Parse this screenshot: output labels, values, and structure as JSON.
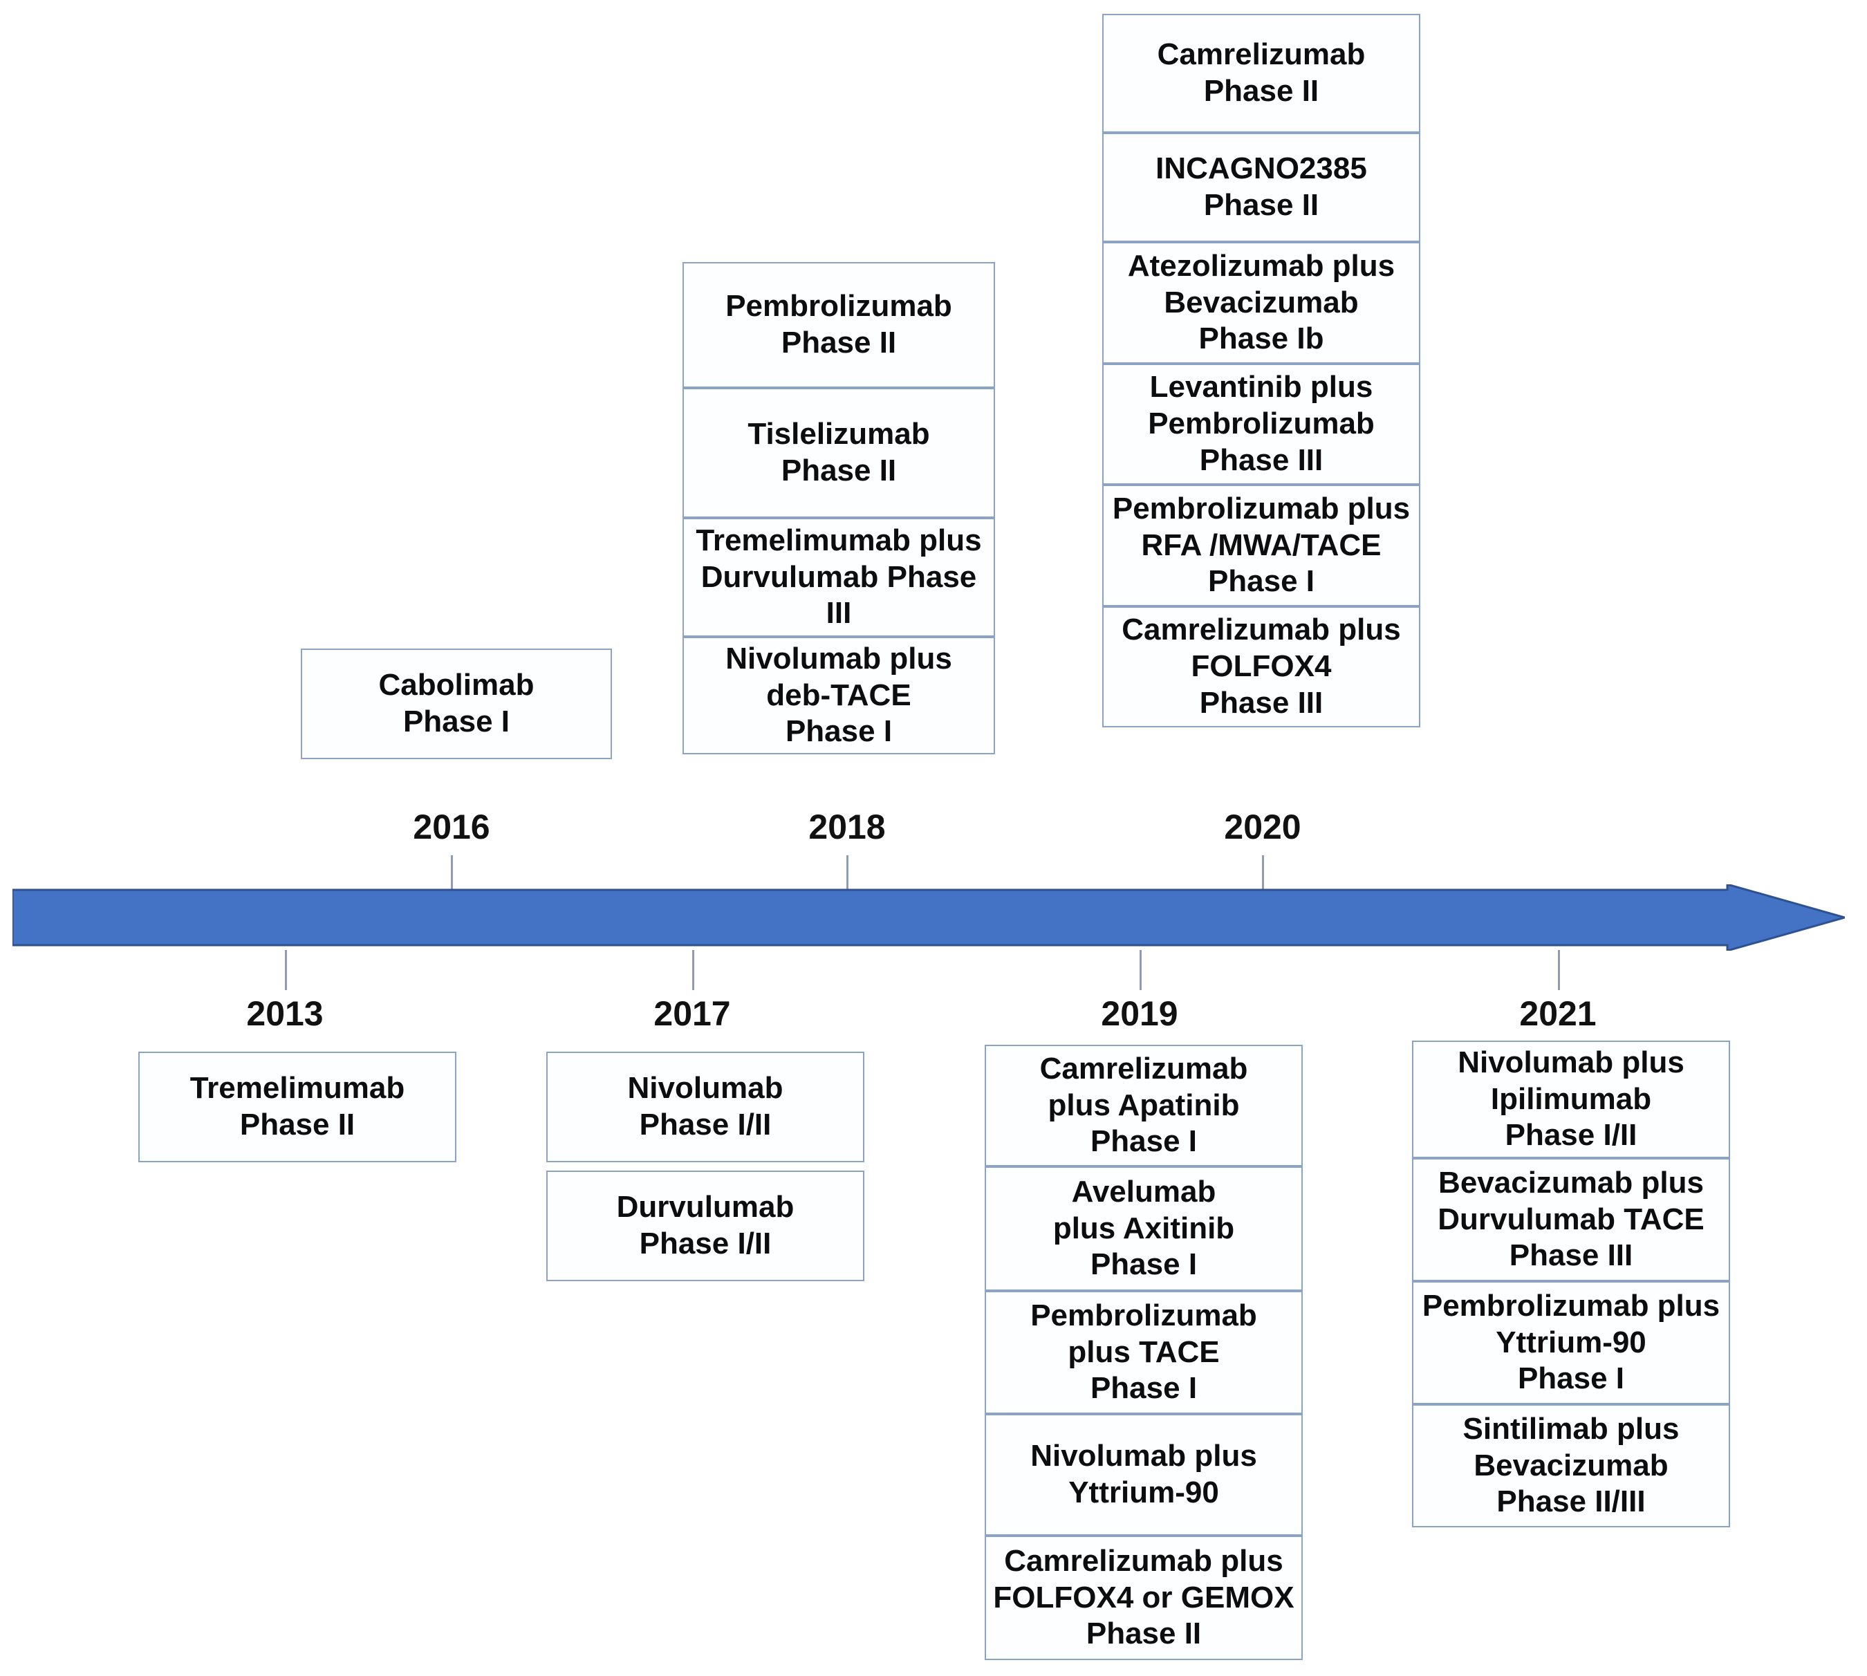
{
  "figure": {
    "type": "timeline",
    "title": "",
    "axis_color": "#4472C4",
    "box_border_color": "#8BA3C4",
    "text_color": "#0D0D0D",
    "arrow_direction": "right"
  },
  "timeline": {
    "years_above": [
      "2016",
      "2018",
      "2020"
    ],
    "years_below": [
      "2013",
      "2017",
      "2019",
      "2021"
    ],
    "year_markers": [
      {
        "year": "2013",
        "side": "below"
      },
      {
        "year": "2016",
        "side": "above"
      },
      {
        "year": "2017",
        "side": "below"
      },
      {
        "year": "2018",
        "side": "above"
      },
      {
        "year": "2019",
        "side": "below"
      },
      {
        "year": "2020",
        "side": "above"
      },
      {
        "year": "2021",
        "side": "below"
      }
    ]
  },
  "columns": {
    "y2013": {
      "year": "2013",
      "side": "below",
      "trials": [
        {
          "drug": "Tremelimumab",
          "phase": "Phase II",
          "text": "Tremelimumab\nPhase II"
        }
      ]
    },
    "y2016": {
      "year": "2016",
      "side": "above",
      "trials": [
        {
          "drug": "Cabolimab",
          "phase": "Phase I",
          "text": "Cabolimab\nPhase I"
        }
      ]
    },
    "y2017": {
      "year": "2017",
      "side": "below",
      "trials": [
        {
          "drug": "Nivolumab",
          "phase": "Phase I/II",
          "text": "Nivolumab\nPhase I/II"
        },
        {
          "drug": "Durvulumab",
          "phase": "Phase I/II",
          "text": "Durvulumab\nPhase I/II"
        }
      ]
    },
    "y2018": {
      "year": "2018",
      "side": "above",
      "trials": [
        {
          "drug": "Pembrolizumab",
          "phase": "Phase II",
          "text": "Pembrolizumab\nPhase II"
        },
        {
          "drug": "Tislelizumab",
          "phase": "Phase II",
          "text": "Tislelizumab\nPhase II"
        },
        {
          "drug": "Tremelimumab plus Durvulumab",
          "phase": "Phase III",
          "text": "Tremelimumab plus\nDurvulumab Phase\nIII"
        },
        {
          "drug": "Nivolumab plus deb-TACE",
          "phase": "Phase I",
          "text": "Nivolumab plus\ndeb-TACE\nPhase I"
        }
      ]
    },
    "y2019": {
      "year": "2019",
      "side": "below",
      "trials": [
        {
          "drug": "Camrelizumab plus Apatinib",
          "phase": "Phase I",
          "text": "Camrelizumab\nplus Apatinib\nPhase I"
        },
        {
          "drug": "Avelumab plus Axitinib",
          "phase": "Phase I",
          "text": "Avelumab\nplus Axitinib\nPhase I"
        },
        {
          "drug": "Pembrolizumab plus TACE",
          "phase": "Phase I",
          "text": "Pembrolizumab\nplus TACE\nPhase I"
        },
        {
          "drug": "Nivolumab plus Yttrium-90",
          "phase": "",
          "text": "Nivolumab plus\nYttrium-90"
        },
        {
          "drug": "Camrelizumab plus FOLFOX4 or GEMOX",
          "phase": "Phase II",
          "text": "Camrelizumab plus\nFOLFOX4 or GEMOX\nPhase II"
        }
      ]
    },
    "y2020": {
      "year": "2020",
      "side": "above",
      "trials": [
        {
          "drug": "Camrelizumab",
          "phase": "Phase II",
          "text": "Camrelizumab\nPhase II"
        },
        {
          "drug": "INCAGNO2385",
          "phase": "Phase II",
          "text": "INCAGNO2385\nPhase II"
        },
        {
          "drug": "Atezolizumab plus Bevacizumab",
          "phase": "Phase Ib",
          "text": "Atezolizumab plus\nBevacizumab\nPhase Ib"
        },
        {
          "drug": "Levantinib plus Pembrolizumab",
          "phase": "Phase III",
          "text": "Levantinib plus\nPembrolizumab\nPhase III"
        },
        {
          "drug": "Pembrolizumab plus RFA /MWA/TACE",
          "phase": "Phase I",
          "text": "Pembrolizumab plus\nRFA /MWA/TACE\nPhase I"
        },
        {
          "drug": "Camrelizumab plus FOLFOX4",
          "phase": "Phase III",
          "text": "Camrelizumab plus\nFOLFOX4\nPhase III"
        }
      ]
    },
    "y2021": {
      "year": "2021",
      "side": "below",
      "trials": [
        {
          "drug": "Nivolumab plus Ipilimumab",
          "phase": "Phase I/II",
          "text": "Nivolumab plus\nIpilimumab\nPhase I/II"
        },
        {
          "drug": "Bevacizumab plus Durvulumab TACE",
          "phase": "Phase III",
          "text": "Bevacizumab plus\nDurvulumab TACE\nPhase III"
        },
        {
          "drug": "Pembrolizumab plus Yttrium-90",
          "phase": "Phase I",
          "text": "Pembrolizumab plus\nYttrium-90\nPhase I"
        },
        {
          "drug": "Sintilimab plus Bevacizumab",
          "phase": "Phase II/III",
          "text": "Sintilimab plus\nBevacizumab\nPhase II/III"
        }
      ]
    }
  }
}
